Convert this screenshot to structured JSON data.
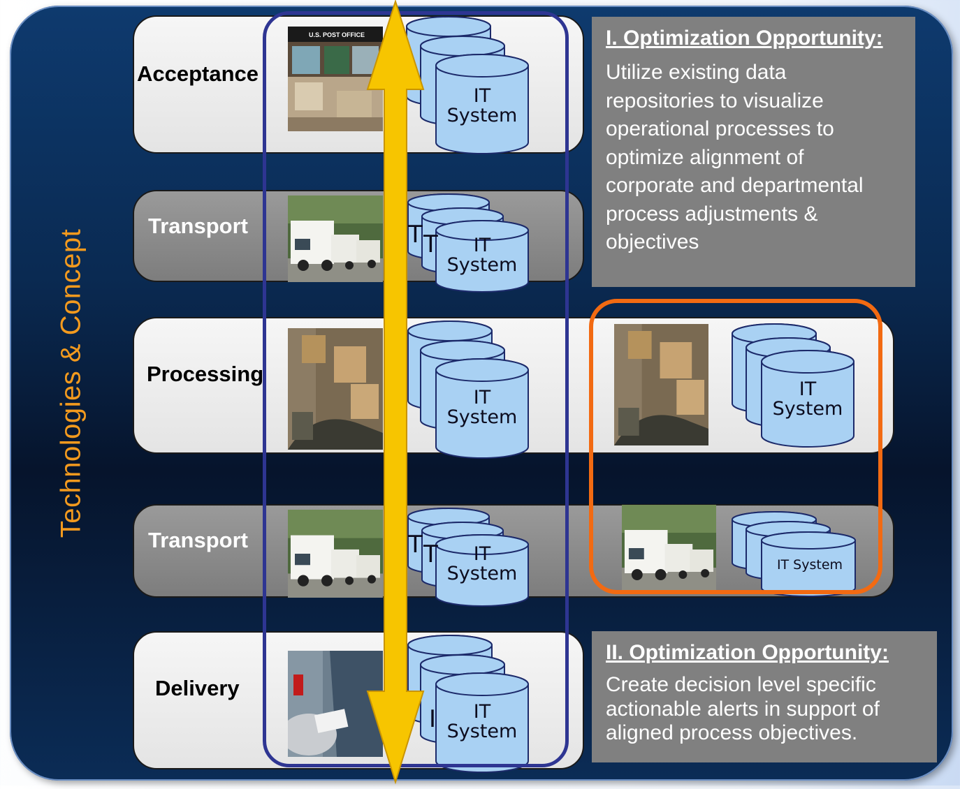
{
  "side_title": "Technologies & Concept",
  "rows": [
    {
      "label": "Acceptance"
    },
    {
      "label": "Transport"
    },
    {
      "label": "Processing"
    },
    {
      "label": "Transport"
    },
    {
      "label": "Delivery"
    }
  ],
  "photos": {
    "post_office_sign": "U.S. POST OFFICE"
  },
  "it_system": {
    "two_line": [
      "IT",
      "System"
    ],
    "one_line": "IT System",
    "peek_T": "T",
    "peek_I": "I"
  },
  "opportunity_1": {
    "title": "I. Optimization Opportunity:",
    "body": "Utilize existing data repositories to visualize operational processes to optimize alignment of corporate and departmental process adjustments & objectives"
  },
  "opportunity_2": {
    "title": "II. Optimization Opportunity:",
    "body": "Create decision level specific actionable alerts in support of aligned process objectives."
  },
  "colors": {
    "panel": "#0a2a52",
    "side_title": "#f39a1e",
    "arrow": "#f7c500",
    "blue_frame": "#2e3592",
    "orange_frame": "#f26a12",
    "cylinder": "#a9d1f3",
    "opp_box": "#808080"
  },
  "icons": [
    "post-office-photo",
    "mail-truck-photo",
    "conveyor-photo",
    "mail-carrier-photo",
    "database-cylinder-icon",
    "double-arrow-icon"
  ]
}
